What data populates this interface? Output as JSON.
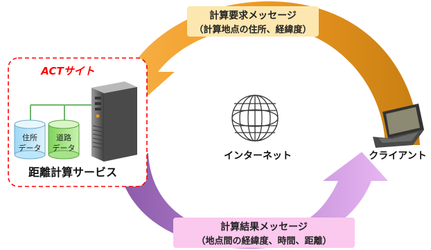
{
  "request_message": {
    "line1": "計算要求メッセージ",
    "line2": "（計算地点の住所、経緯度）",
    "label_bg": "#fde7b0",
    "arrow_color_light": "#f6b24a",
    "arrow_color_dark": "#c77f12"
  },
  "result_message": {
    "line1": "計算結果メッセージ",
    "line2": "（地点間の経緯度、時間、距離）",
    "label_bg": "#fbc8ee",
    "arrow_color_light": "#e0a8ee",
    "arrow_color_dark": "#8a59a8"
  },
  "act_site": {
    "title": "ACTサイト",
    "title_color": "#ff0000",
    "border_color": "#ff0000",
    "db_address_label_line1": "住所",
    "db_address_label_line2": "データ",
    "db_road_label_line1": "道路",
    "db_road_label_line2": "データ",
    "service_label": "距離計算サービス"
  },
  "internet": {
    "label": "インターネット"
  },
  "client": {
    "label": "クライアント"
  }
}
